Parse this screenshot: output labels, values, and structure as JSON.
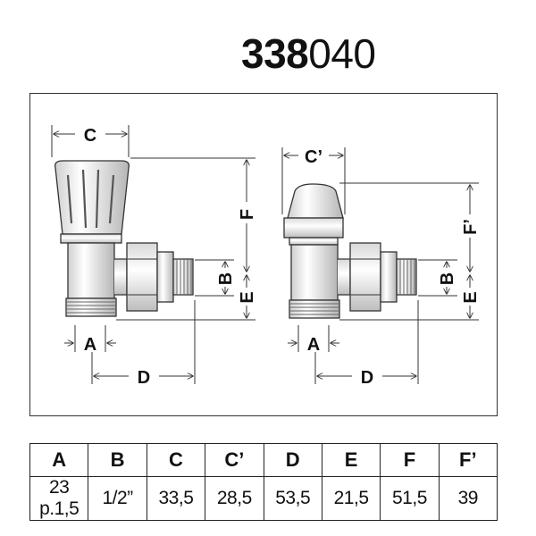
{
  "product_code": {
    "bold": "338",
    "regular": "040"
  },
  "labels": {
    "left": {
      "C": "C",
      "F": "F",
      "B": "B",
      "E": "E",
      "A": "A",
      "D": "D"
    },
    "right": {
      "C": "C’",
      "F": "F’",
      "B": "B",
      "E": "E",
      "A": "A",
      "D": "D"
    }
  },
  "table": {
    "headers": [
      "A",
      "B",
      "C",
      "C’",
      "D",
      "E",
      "F",
      "F’"
    ],
    "values": [
      "23 p.1,5",
      "1/2”",
      "33,5",
      "28,5",
      "53,5",
      "21,5",
      "51,5",
      "39"
    ]
  }
}
